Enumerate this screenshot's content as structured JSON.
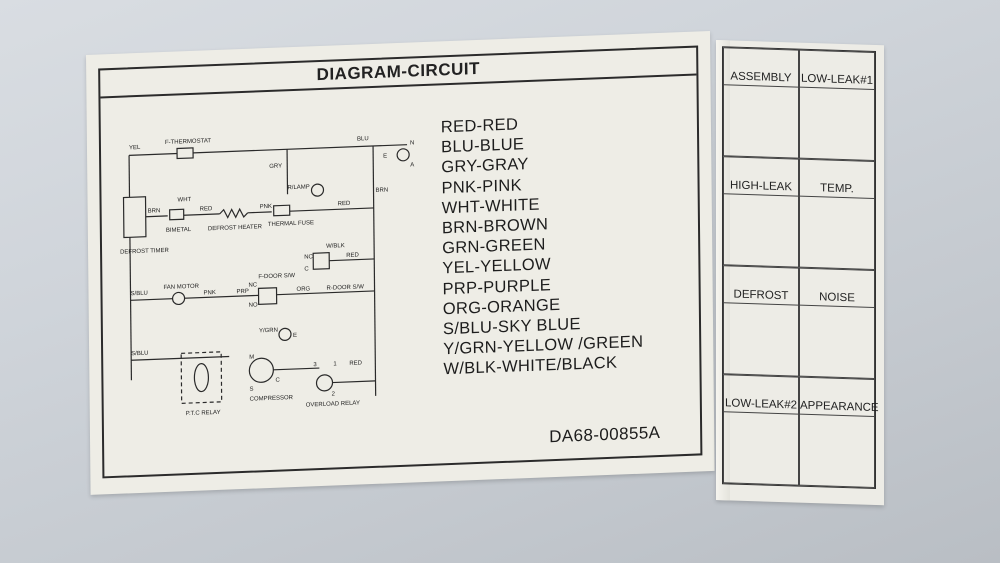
{
  "diagram": {
    "title": "DIAGRAM-CIRCUIT",
    "part_number": "DA68-00855A",
    "legend": [
      "RED-RED",
      "BLU-BLUE",
      "GRY-GRAY",
      "PNK-PINK",
      "WHT-WHITE",
      "BRN-BROWN",
      "GRN-GREEN",
      "YEL-YELLOW",
      "PRP-PURPLE",
      "ORG-ORANGE",
      "S/BLU-SKY BLUE",
      "Y/GRN-YELLOW /GREEN",
      "W/BLK-WHITE/BLACK"
    ],
    "circuit_labels": {
      "yel": "YEL",
      "f_thermostat": "F-THERMOSTAT",
      "blu": "BLU",
      "n": "N",
      "e": "E",
      "a": "A",
      "gry": "GRY",
      "r_lamp": "R/LAMP",
      "brn": "BRN",
      "wht": "WHT",
      "brn2": "BRN",
      "red1": "RED",
      "pnk": "PNK",
      "red2": "RED",
      "bimetal": "BIMETAL",
      "defrost_heater": "DEFROST HEATER",
      "thermal_fuse": "THERMAL FUSE",
      "defrost_timer": "DEFROST TIMER",
      "wblk": "W/BLK",
      "nc": "NC",
      "c1": "C",
      "red3": "RED",
      "f_door_sw": "F-DOOR S/W",
      "sblu1": "S/BLU",
      "fan_motor": "FAN MOTOR",
      "pnk2": "PNK",
      "prp": "PRP",
      "nc2": "NC",
      "no": "NO",
      "org": "ORG",
      "r_door_sw": "R-DOOR S/W",
      "sblu2": "S/BLU",
      "ygrn": "Y/GRN",
      "e2": "E",
      "m": "M",
      "s": "S",
      "c2": "C",
      "compressor": "COMPRESSOR",
      "ptc_relay": "P.T.C RELAY",
      "three": "3",
      "one": "1",
      "two": "2",
      "red4": "RED",
      "overload_relay": "OVERLOAD RELAY"
    }
  },
  "checklist": {
    "cells": [
      "ASSEMBLY",
      "LOW-LEAK#1",
      "HIGH-LEAK",
      "TEMP.",
      "DEFROST",
      "NOISE",
      "LOW-LEAK#2",
      "APPEARANCE"
    ]
  }
}
